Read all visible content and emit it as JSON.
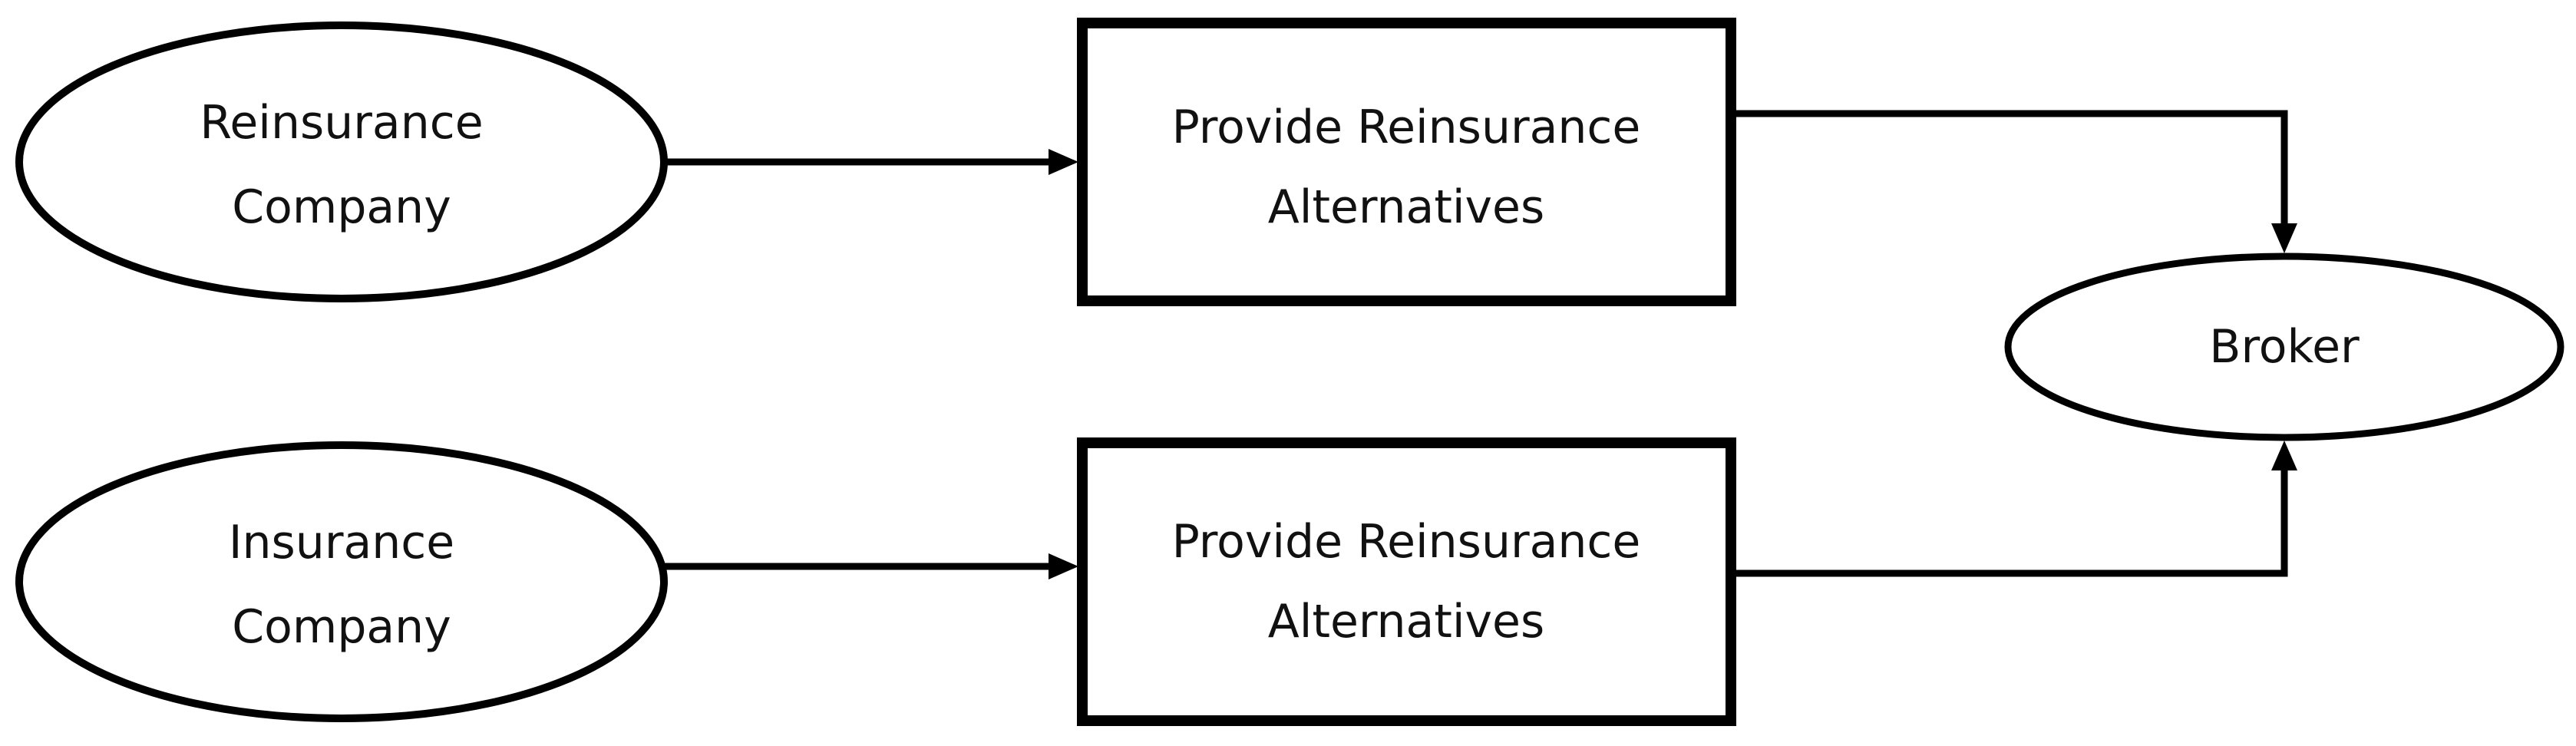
{
  "nodes": {
    "reinsurance_company": {
      "lines": [
        "Reinsurance",
        "Company"
      ]
    },
    "insurance_company": {
      "lines": [
        "Insurance",
        "Company"
      ]
    },
    "process_top": {
      "lines": [
        "Provide Reinsurance",
        "Alternatives"
      ]
    },
    "process_bottom": {
      "lines": [
        "Provide Reinsurance",
        "Alternatives"
      ]
    },
    "broker": {
      "lines": [
        "Broker"
      ]
    }
  },
  "edges": [
    {
      "from": "Reinsurance Company",
      "to": "Provide Reinsurance Alternatives (top)"
    },
    {
      "from": "Insurance Company",
      "to": "Provide Reinsurance Alternatives (bottom)"
    },
    {
      "from": "Provide Reinsurance Alternatives (top)",
      "to": "Broker"
    },
    {
      "from": "Provide Reinsurance Alternatives (bottom)",
      "to": "Broker"
    }
  ],
  "colors": {
    "stroke": "#000000",
    "fill": "#ffffff",
    "text": "#111111"
  }
}
